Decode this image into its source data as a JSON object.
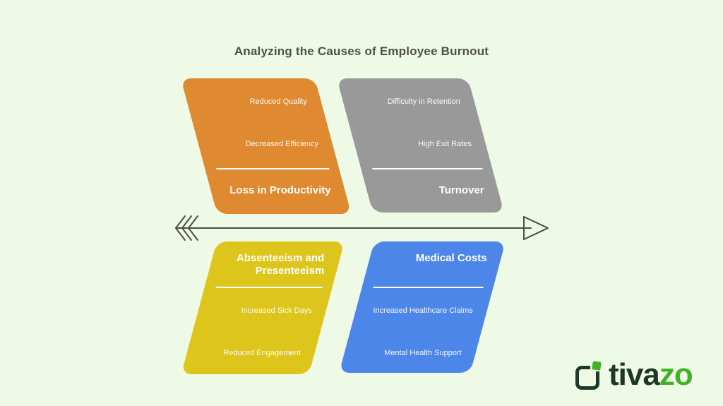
{
  "title": "Analyzing the Causes of Employee Burnout",
  "branches": [
    {
      "title": "Loss in Productivity",
      "items": [
        "Reduced Quality",
        "Decreased Efficiency"
      ],
      "color": "#df8a30",
      "position": "top-left"
    },
    {
      "title": "Turnover",
      "items": [
        "Difficulty in Retention",
        "High Exit Rates"
      ],
      "color": "#9a9999",
      "position": "top-right"
    },
    {
      "title": "Absenteeism and Presenteeism",
      "items": [
        "Increased Sick Days",
        "Reduced Engagement"
      ],
      "color": "#ddc51c",
      "position": "bottom-left"
    },
    {
      "title": "Medical Costs",
      "items": [
        "Increased Healthcare Claims",
        "Mental Health Support"
      ],
      "color": "#4c86e8",
      "position": "bottom-right"
    }
  ],
  "spine": {
    "direction": "left-to-right",
    "color": "#4c4c43"
  },
  "logo": {
    "brand_prefix": "tiva",
    "brand_suffix": "zo",
    "dark_color": "#1e3828",
    "green_color": "#44b027"
  },
  "background_color": "#eefae6"
}
